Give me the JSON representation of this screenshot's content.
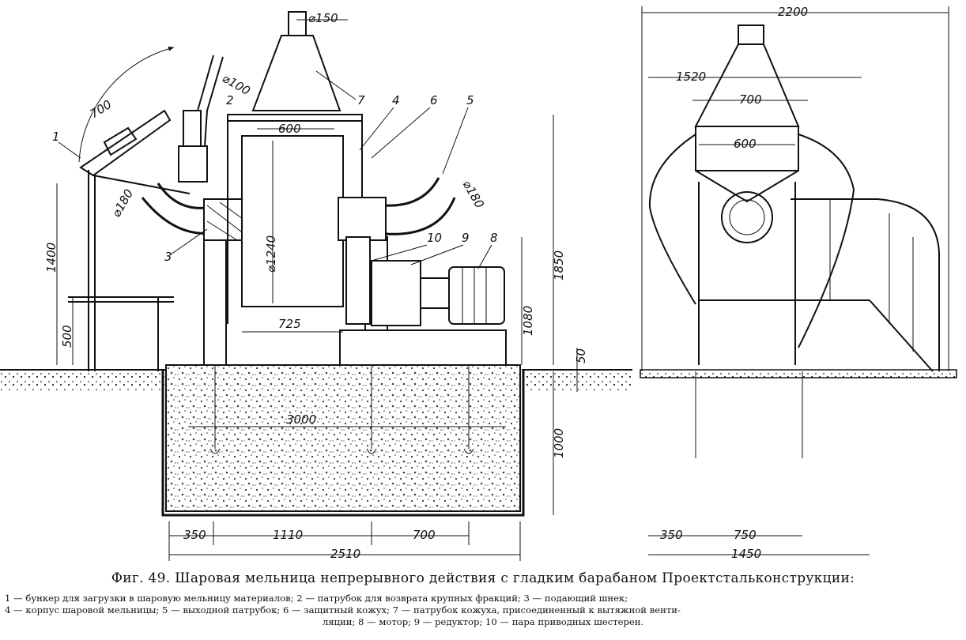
{
  "dimensions": {
    "d150": "⌀150",
    "d100": "⌀100",
    "d180_left": "⌀180",
    "d180_right": "⌀180",
    "d1240": "⌀1240",
    "w700_hopper": "700",
    "w600": "600",
    "w725": "725",
    "h1400": "1400",
    "h500": "500",
    "h1850": "1850",
    "h1080": "1080",
    "h50": "50",
    "h1000": "1000",
    "w3000": "3000",
    "b350": "350",
    "b1110": "1110",
    "b700": "700",
    "b2510": "2510",
    "r2200": "2200",
    "r1520": "1520",
    "r700": "700",
    "r600": "600",
    "r350": "350",
    "r750": "750",
    "r1450": "1450"
  },
  "callouts": [
    "1",
    "2",
    "3",
    "4",
    "5",
    "6",
    "7",
    "8",
    "9",
    "10"
  ],
  "caption": "Фиг. 49. Шаровая мельница непрерывного действия с гладким барабаном Проектстальконструкции:",
  "legend": {
    "line1": "1 — бункер для загрузки в шаровую мельницу материалов; 2 — патрубок для возврата крупных фракций; 3 — подающий шнек;",
    "line2": "4 — корпус шаровой мельницы; 5 — выходной патрубок; 6 — защитный кожух; 7 — патрубок кожуха, присоединенный к вытяжной венти-",
    "line3": "ляции; 8 — мотор; 9 — редуктор; 10 — пара приводных шестерен."
  }
}
